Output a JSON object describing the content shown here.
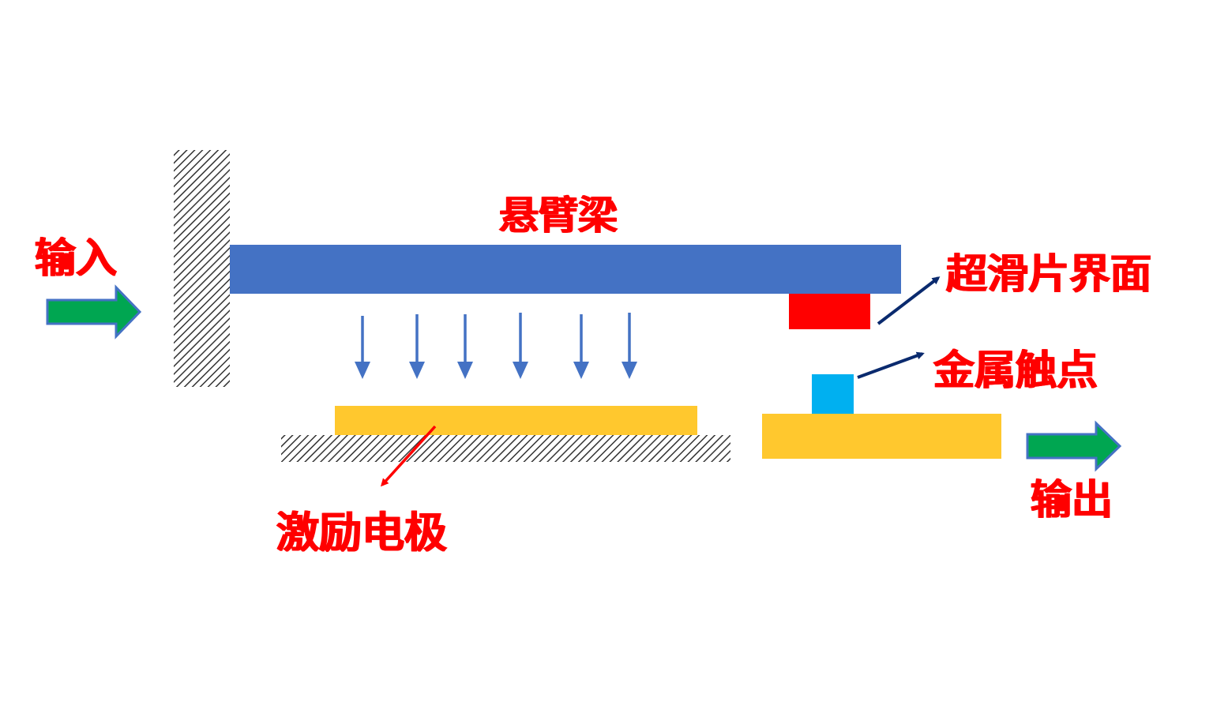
{
  "labels": {
    "input": "输入",
    "cantilever_beam": "悬臂梁",
    "superlubric_interface": "超滑片界面",
    "metal_contact": "金属触点",
    "output": "输出",
    "excitation_electrode": "激励电极"
  },
  "colors": {
    "beam": "#4472c4",
    "superlubric_pad": "#ff0000",
    "metal_contact": "#00b0f0",
    "electrode": "#ffc82e",
    "io_arrow_fill": "#00a651",
    "io_arrow_stroke": "#4472c4",
    "force_arrow": "#4472c4",
    "pointer_arrow_dark": "#0a2a6e",
    "pointer_arrow_red": "#ff0000",
    "label_text": "#ff0000",
    "hatch": "#333333"
  }
}
